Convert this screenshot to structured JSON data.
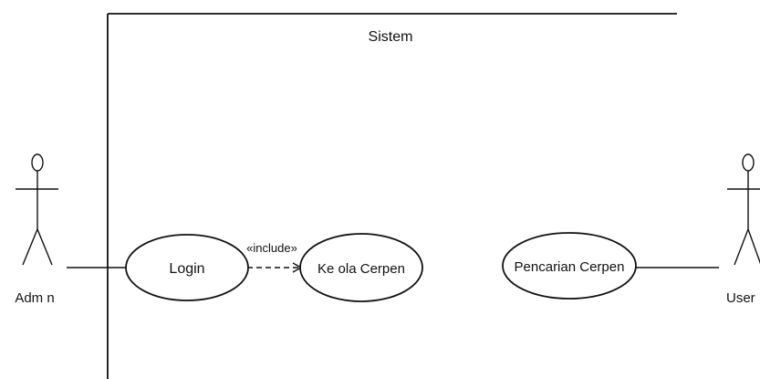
{
  "system": {
    "title": "Sistem"
  },
  "actors": {
    "admin": {
      "label": "Adm n"
    },
    "user": {
      "label": "User"
    }
  },
  "use_cases": {
    "login": {
      "label": "Login"
    },
    "kelola_cerpen": {
      "label": "Ke ola Cerpen"
    },
    "pencarian_cerpen": {
      "label": "Pencarian Cerpen"
    }
  },
  "relations": {
    "include_label": "«include»"
  },
  "colors": {
    "line": "#111111",
    "background": "#ffffff"
  }
}
